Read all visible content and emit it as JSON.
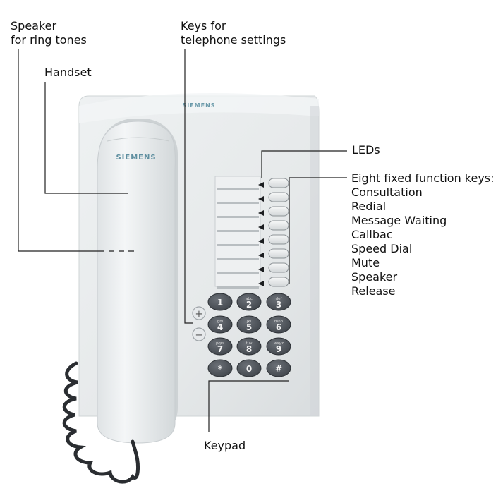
{
  "labels": {
    "speaker": [
      "Speaker",
      "for ring tones"
    ],
    "keys_settings": [
      "Keys for",
      "telephone settings"
    ],
    "handset": "Handset",
    "leds": "LEDs",
    "function_keys_title": "Eight fixed function keys:",
    "function_keys": [
      "Consultation",
      "Redial",
      "Message Waiting",
      "Callbac",
      "Speed Dial",
      "Mute",
      "Speaker",
      "Release"
    ],
    "keypad": "Keypad"
  },
  "brand": {
    "handset": "SIEMENS",
    "base": "SIEMENS"
  },
  "settings_keys": [
    "+",
    "−"
  ],
  "keypad_keys": [
    {
      "digit": "1",
      "letters": ""
    },
    {
      "digit": "2",
      "letters": "abc"
    },
    {
      "digit": "3",
      "letters": "def"
    },
    {
      "digit": "4",
      "letters": "ghi"
    },
    {
      "digit": "5",
      "letters": "jkl"
    },
    {
      "digit": "6",
      "letters": "mno"
    },
    {
      "digit": "7",
      "letters": "pqrs"
    },
    {
      "digit": "8",
      "letters": "tuv"
    },
    {
      "digit": "9",
      "letters": "wxyz"
    },
    {
      "digit": "*",
      "letters": ""
    },
    {
      "digit": "0",
      "letters": ""
    },
    {
      "digit": "#",
      "letters": ""
    }
  ],
  "colors": {
    "body": "#e9eced",
    "body_shade": "#d6dadc",
    "key_dark": "#4a4f55",
    "brand": "#5f8fa0",
    "leader": "#222222"
  }
}
